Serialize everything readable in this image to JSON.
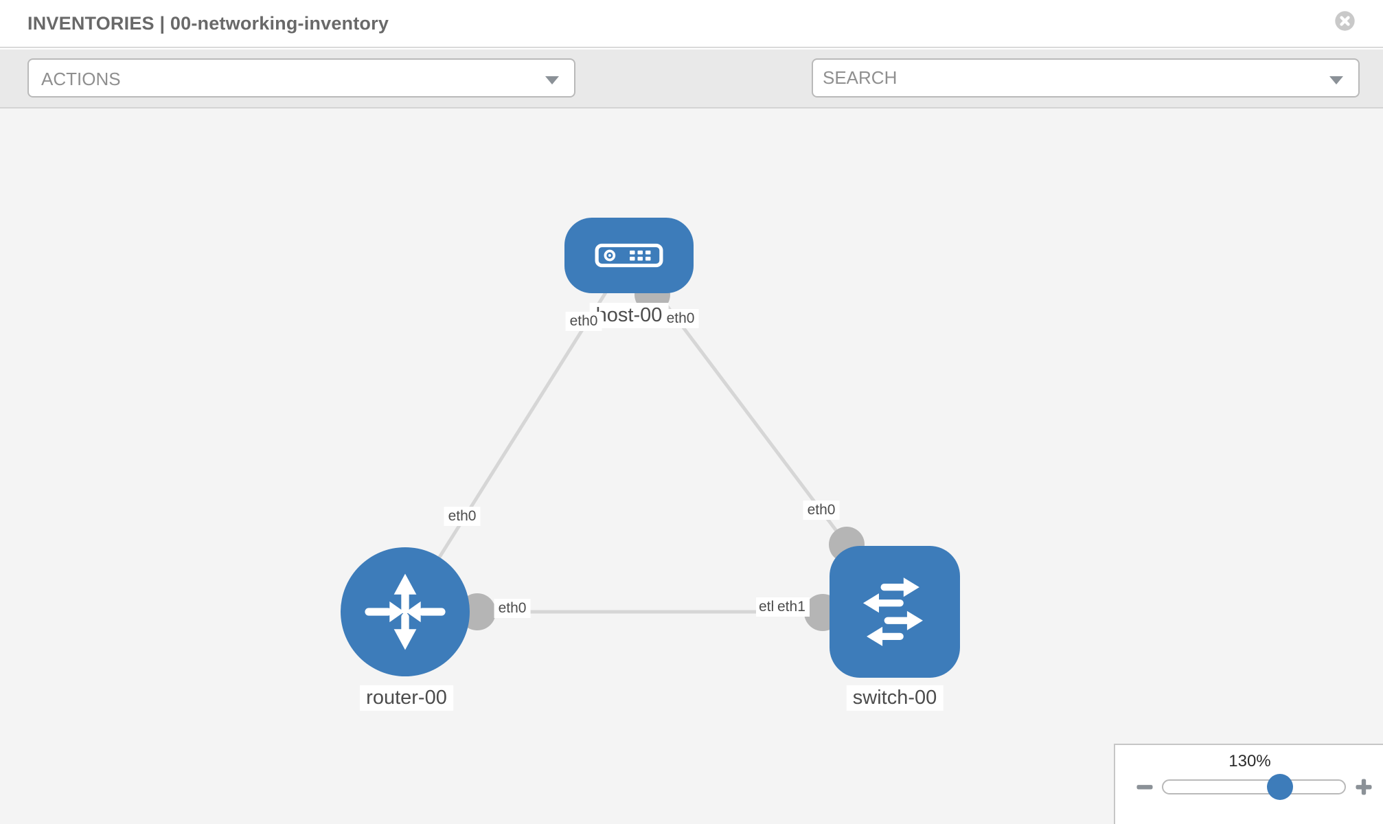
{
  "header": {
    "title": "INVENTORIES | 00-networking-inventory"
  },
  "toolbar": {
    "actions_label": "ACTIONS",
    "search_placeholder": "SEARCH",
    "icons": [
      "wrench-icon",
      "key-icon"
    ]
  },
  "diagram": {
    "nodes": [
      {
        "label": "host-00",
        "type": "host"
      },
      {
        "label": "router-00",
        "type": "router"
      },
      {
        "label": "switch-00",
        "type": "switch"
      }
    ],
    "iface_labels": [
      {
        "link": "router-host",
        "side": "host",
        "text": "eth0"
      },
      {
        "link": "router-host",
        "side": "router",
        "text": "eth0"
      },
      {
        "link": "switch-host",
        "side": "host",
        "text": "eth0"
      },
      {
        "link": "switch-host",
        "side": "switch",
        "text": "eth0"
      },
      {
        "link": "router-switch",
        "side": "router",
        "text": "eth0"
      },
      {
        "link": "router-switch",
        "side": "switch-back",
        "text": "eth0"
      },
      {
        "link": "router-switch",
        "side": "switch-front",
        "text": "eth1"
      }
    ],
    "links": [
      {
        "from": "router-00",
        "to": "host-00"
      },
      {
        "from": "switch-00",
        "to": "host-00"
      },
      {
        "from": "router-00",
        "to": "switch-00"
      }
    ]
  },
  "zoom": {
    "value": "130%"
  },
  "colors": {
    "node_blue": "#3d7cba",
    "link_gray": "#d6d6d6",
    "connector_gray": "#b5b5b5",
    "canvas_bg": "#f4f4f4",
    "toolbar_bg": "#e9e9e9"
  }
}
